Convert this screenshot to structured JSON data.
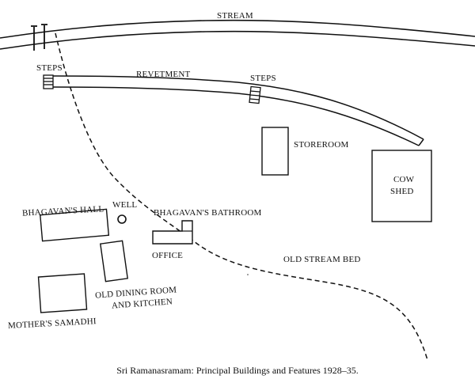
{
  "labels": {
    "stream": "STREAM",
    "steps_left": "STEPS",
    "revetment": "REVETMENT",
    "steps_right": "STEPS",
    "storeroom": "STOREROOM",
    "cow_shed_line1": "COW",
    "cow_shed_line2": "SHED",
    "bhagavans_hall": "BHAGAVAN'S HALL",
    "well": "WELL",
    "bhagavans_bathroom": "BHAGAVAN'S BATHROOM",
    "office": "OFFICE",
    "old_stream_bed": "OLD STREAM BED",
    "old_dining_room_line1": "OLD DINING ROOM",
    "old_dining_room_line2": "AND KITCHEN",
    "mothers_samadhi": "MOTHER'S SAMADHI"
  },
  "caption": "Sri Ramanasramam: Principal Buildings and Features 1928–35."
}
